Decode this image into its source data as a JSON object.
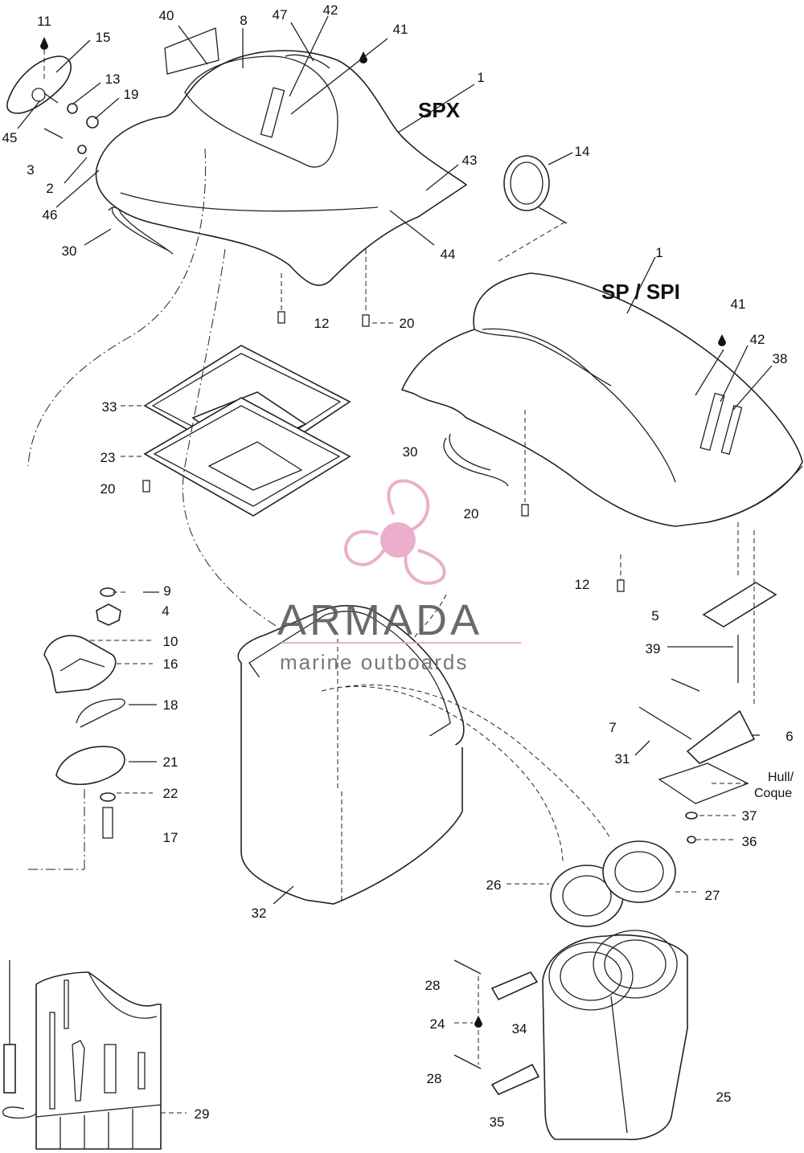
{
  "models": {
    "spx": "SPX",
    "sp_spi": "SP / SPI"
  },
  "hull": {
    "line1": "Hull/",
    "line2": "Coque"
  },
  "watermark": {
    "title": "ARMADA",
    "subtitle": "marine outboards",
    "accent_color": "#e9a6c8",
    "text_color": "#5a5a5a"
  },
  "part_numbers": [
    "11",
    "15",
    "13",
    "19",
    "45",
    "3",
    "2",
    "46",
    "30",
    "40",
    "8",
    "47",
    "42",
    "41",
    "1",
    "43",
    "44",
    "12",
    "20",
    "14",
    "1",
    "41",
    "42",
    "38",
    "30",
    "20",
    "12",
    "33",
    "23",
    "20",
    "9",
    "4",
    "10",
    "16",
    "18",
    "21",
    "22",
    "17",
    "5",
    "39",
    "7",
    "6",
    "31",
    "37",
    "36",
    "32",
    "26",
    "27",
    "28",
    "24",
    "28",
    "34",
    "35",
    "25",
    "29"
  ]
}
